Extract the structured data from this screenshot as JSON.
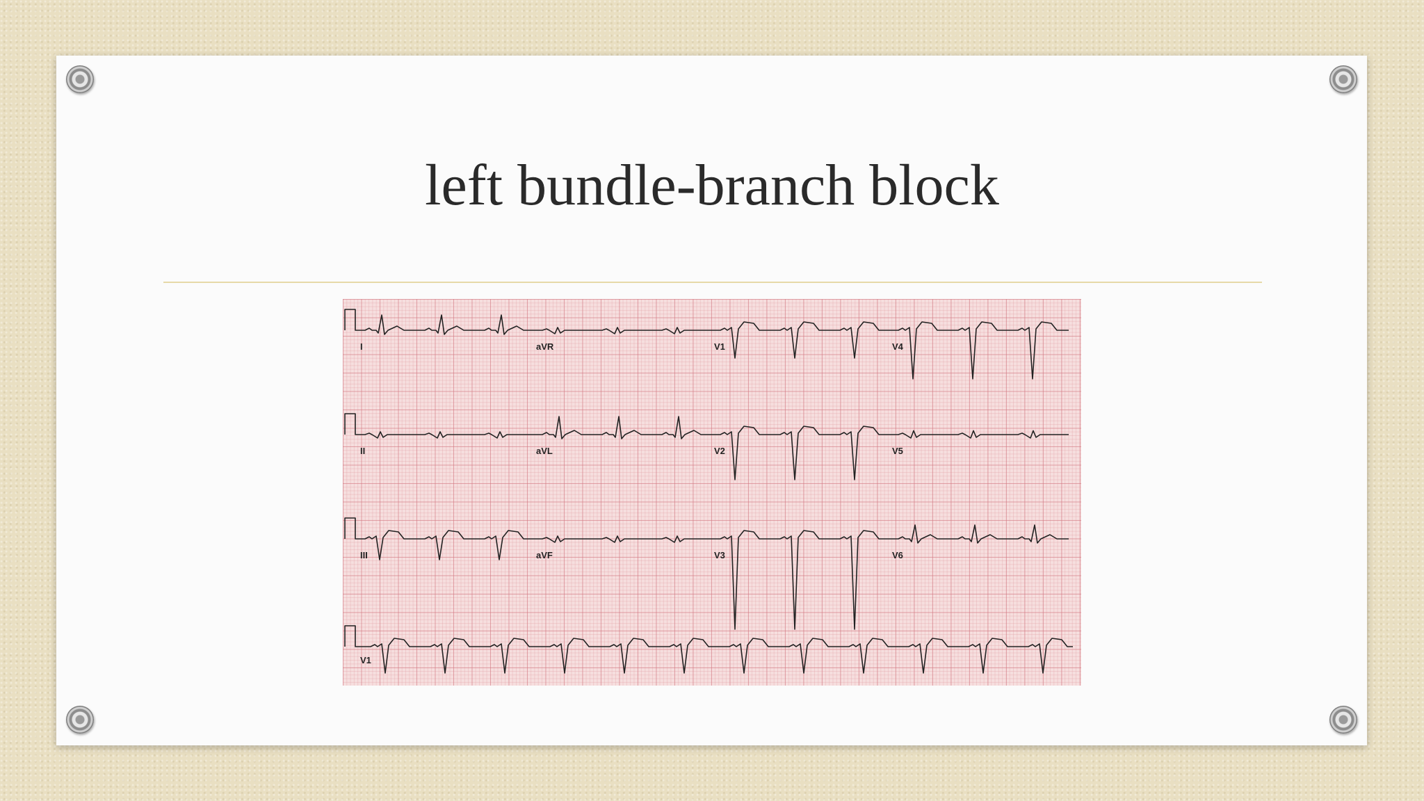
{
  "slide": {
    "title": "left bundle-branch block"
  },
  "ecg": {
    "lead_labels": [
      "I",
      "aVR",
      "V1",
      "V4",
      "II",
      "aVL",
      "V2",
      "V5",
      "III",
      "aVF",
      "V3",
      "V6",
      "V1"
    ],
    "colors": {
      "paper": "#f6dede",
      "grid": "#d27882",
      "trace": "#222222"
    }
  }
}
